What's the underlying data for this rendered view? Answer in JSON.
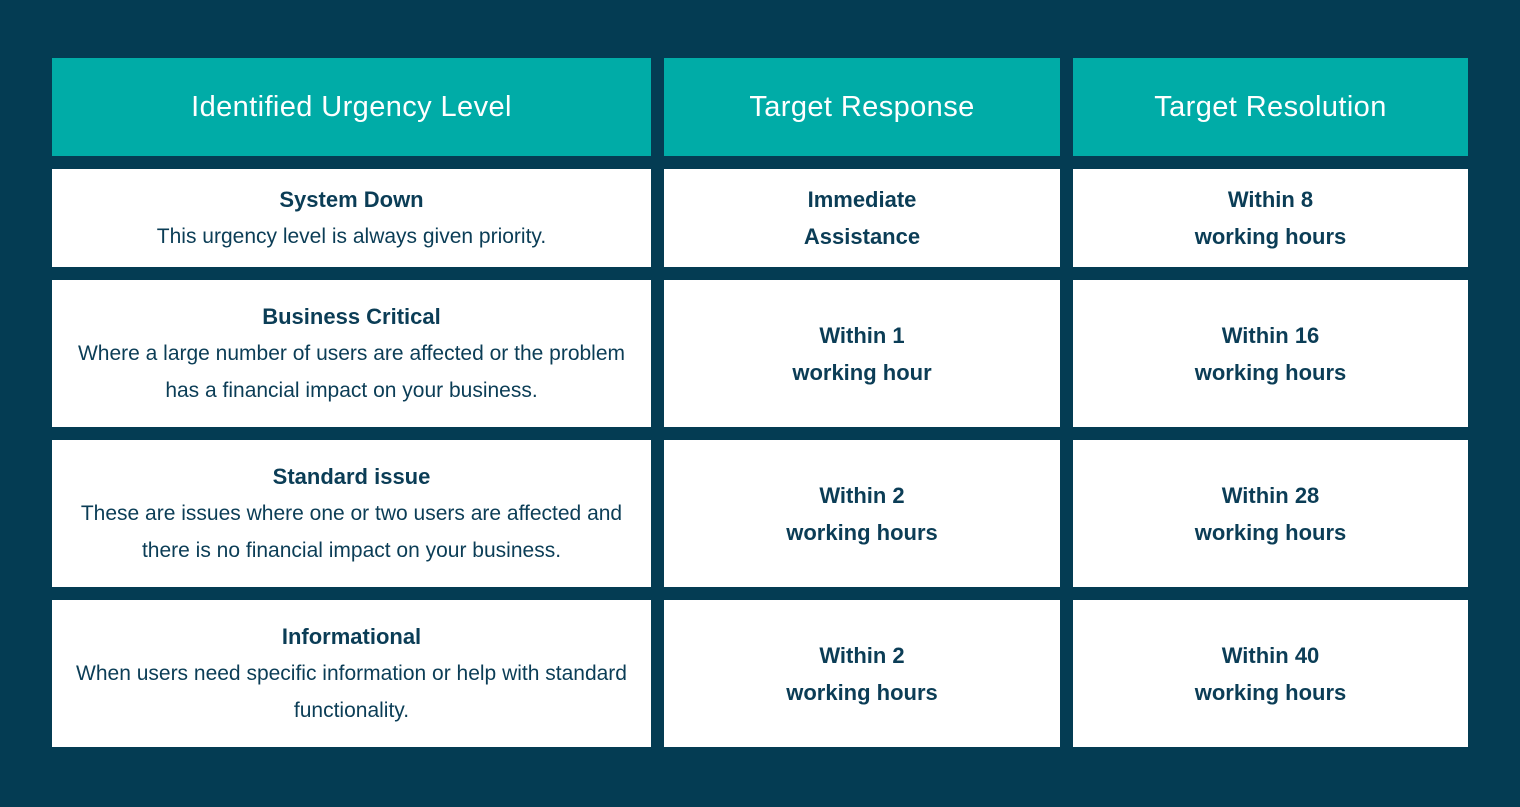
{
  "colors": {
    "page_background": "#043C53",
    "header_background": "#00ACA7",
    "header_text": "#FFFFFF",
    "cell_background": "#FFFFFF",
    "cell_text": "#0B3D56"
  },
  "chart_data": {
    "type": "table",
    "columns": [
      "Identified Urgency Level",
      "Target Response",
      "Target Resolution"
    ],
    "rows": [
      {
        "urgency_title": "System Down",
        "urgency_description": "This urgency level is always given priority.",
        "response_lines": [
          "Immediate",
          "Assistance"
        ],
        "resolution_lines": [
          "Within 8",
          "working hours"
        ]
      },
      {
        "urgency_title": "Business Critical",
        "urgency_description": "Where a large number of users are affected or the problem has a financial impact on your business.",
        "response_lines": [
          "Within 1",
          "working hour"
        ],
        "resolution_lines": [
          "Within 16",
          "working hours"
        ]
      },
      {
        "urgency_title": "Standard issue",
        "urgency_description": "These are issues where one or two users are affected and there is no financial impact on your business.",
        "response_lines": [
          "Within 2",
          "working hours"
        ],
        "resolution_lines": [
          "Within 28",
          "working hours"
        ]
      },
      {
        "urgency_title": "Informational",
        "urgency_description": "When users need specific information or help with standard functionality.",
        "response_lines": [
          "Within 2",
          "working hours"
        ],
        "resolution_lines": [
          "Within 40",
          "working hours"
        ]
      }
    ]
  }
}
